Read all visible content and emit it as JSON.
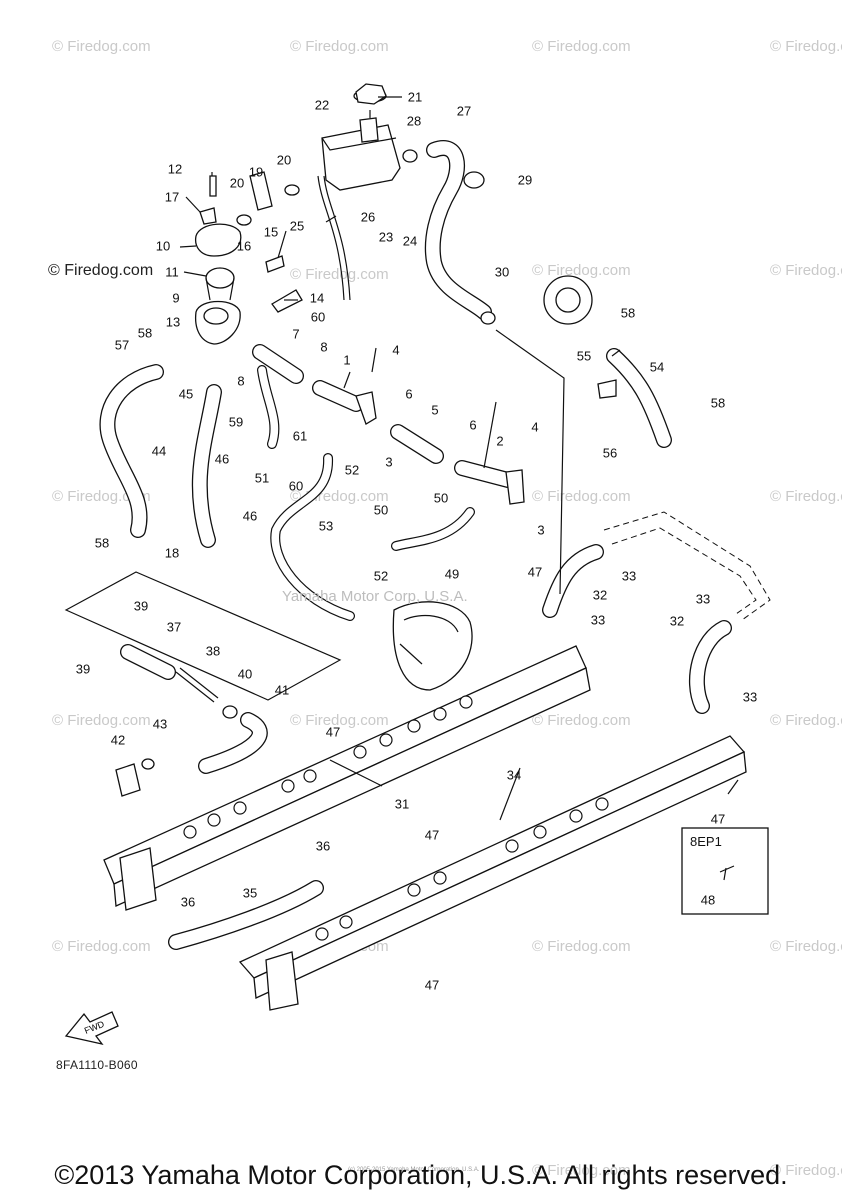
{
  "watermarks": [
    "© Firedog.com",
    "© Firedog.com",
    "© Firedog.com",
    "© Firedog.com",
    "© Firedog.com",
    "© Firedog.com",
    "© Firedog.com",
    "© Firedog.com",
    "© Firedog.com",
    "© Firedog.com",
    "© Firedog.com",
    "© Firedog.com",
    "© Firedog.com",
    "© Firedog.com",
    "© Firedog.com",
    "© Firedog.com",
    "© Firedog.com",
    "© Firedog.com",
    "© Firedog.com",
    "© Firedog.com",
    "© Firedog.com"
  ],
  "highlight_watermark": "© Firedog.com",
  "center_watermark": "Yamaha Motor Corp, U.S.A.",
  "callouts": [
    "21",
    "22",
    "28",
    "27",
    "12",
    "20",
    "19",
    "20",
    "17",
    "29",
    "10",
    "16",
    "15",
    "25",
    "26",
    "23",
    "24",
    "11",
    "14",
    "30",
    "9",
    "60",
    "13",
    "58",
    "7",
    "8",
    "1",
    "4",
    "58",
    "57",
    "8",
    "55",
    "54",
    "45",
    "6",
    "5",
    "58",
    "59",
    "61",
    "6",
    "4",
    "2",
    "44",
    "3",
    "60",
    "52",
    "46",
    "51",
    "50",
    "3",
    "56",
    "50",
    "53",
    "58",
    "18",
    "46",
    "49",
    "47",
    "52",
    "32",
    "33",
    "39",
    "37",
    "33",
    "32",
    "38",
    "33",
    "40",
    "41",
    "39",
    "47",
    "33",
    "43",
    "42",
    "31",
    "34",
    "47",
    "36",
    "47",
    "35",
    "36",
    "47",
    "48"
  ],
  "inset": {
    "label": "8EP1"
  },
  "diagram_code": "8FA1110-B060",
  "fwd_label": "FWD",
  "tiny_credit": "(c) 2005-2015 Yamaha Motor Corporation, U.S.A.",
  "footer": "©2013 Yamaha Motor Corporation, U.S.A. All rights reserved."
}
